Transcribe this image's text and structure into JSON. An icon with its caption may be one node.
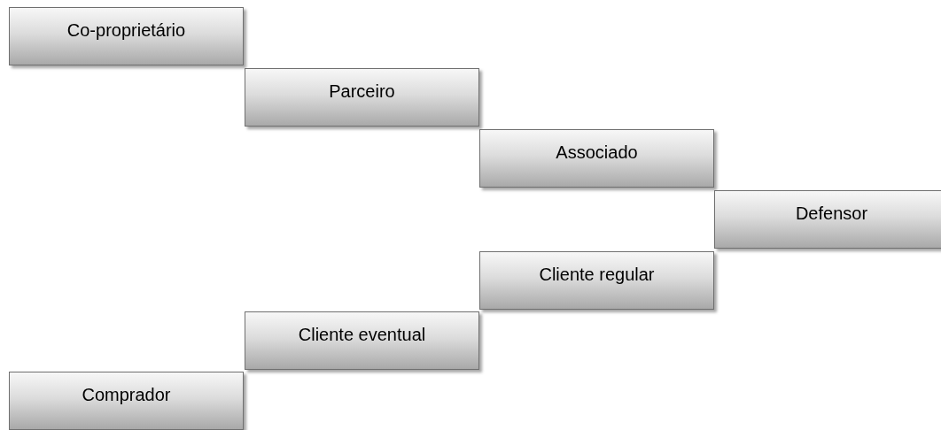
{
  "diagram": {
    "nodes": [
      {
        "text": [
          "Co-proprietário"
        ]
      },
      {
        "text": [
          "Parceiro"
        ]
      },
      {
        "text": [
          "Associado"
        ]
      },
      {
        "text": [
          "Defensor"
        ]
      },
      {
        "text": [
          "Cliente regular"
        ]
      },
      {
        "text": [
          "Cliente eventual"
        ]
      },
      {
        "text": [
          "Comprador"
        ]
      }
    ]
  }
}
